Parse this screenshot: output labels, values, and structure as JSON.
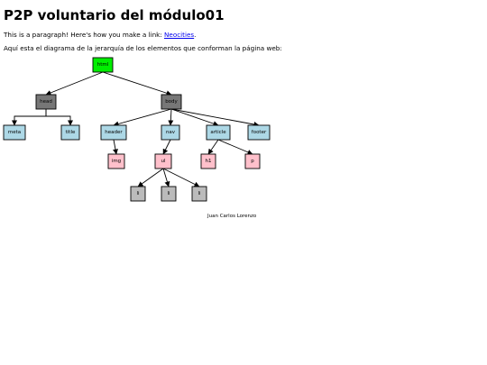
{
  "page": {
    "title": "P2P voluntario del módulo01",
    "paragraph_text": "This is a paragraph! Here's how you make a link: ",
    "link_text": "Neocities",
    "paragraph_end": ".",
    "diagram_intro": "Aquí esta el diagrama de la jerarquía de los elementos que conforman la página web:"
  },
  "colors": {
    "html_node": "#00ee00",
    "dark_node": "#777777",
    "blue_node": "#add8e6",
    "pink_node": "#ffc0cb",
    "gray_node": "#bbbbbb",
    "link": "#0000ee"
  },
  "diagram": {
    "nodes": [
      {
        "id": "html",
        "label": "html",
        "color_key": "html_node"
      },
      {
        "id": "head",
        "label": "head",
        "color_key": "dark_node"
      },
      {
        "id": "body",
        "label": "body",
        "color_key": "dark_node"
      },
      {
        "id": "meta",
        "label": "meta",
        "color_key": "blue_node"
      },
      {
        "id": "title",
        "label": "title",
        "color_key": "blue_node"
      },
      {
        "id": "header",
        "label": "header",
        "color_key": "blue_node"
      },
      {
        "id": "nav",
        "label": "nav",
        "color_key": "blue_node"
      },
      {
        "id": "article",
        "label": "article",
        "color_key": "blue_node"
      },
      {
        "id": "footer",
        "label": "footer",
        "color_key": "blue_node"
      },
      {
        "id": "img",
        "label": "img",
        "color_key": "pink_node"
      },
      {
        "id": "ul",
        "label": "ul",
        "color_key": "pink_node"
      },
      {
        "id": "h1",
        "label": "h1",
        "color_key": "pink_node"
      },
      {
        "id": "p",
        "label": "p",
        "color_key": "pink_node"
      },
      {
        "id": "li1",
        "label": "li",
        "color_key": "gray_node"
      },
      {
        "id": "li2",
        "label": "li",
        "color_key": "gray_node"
      },
      {
        "id": "li3",
        "label": "li",
        "color_key": "gray_node"
      }
    ],
    "edges": [
      {
        "from": "html",
        "to": "head"
      },
      {
        "from": "html",
        "to": "body"
      },
      {
        "from": "head",
        "to": "meta"
      },
      {
        "from": "head",
        "to": "title"
      },
      {
        "from": "body",
        "to": "header"
      },
      {
        "from": "body",
        "to": "nav"
      },
      {
        "from": "body",
        "to": "article"
      },
      {
        "from": "body",
        "to": "footer"
      },
      {
        "from": "header",
        "to": "img"
      },
      {
        "from": "nav",
        "to": "ul"
      },
      {
        "from": "article",
        "to": "h1"
      },
      {
        "from": "article",
        "to": "p"
      },
      {
        "from": "ul",
        "to": "li1"
      },
      {
        "from": "ul",
        "to": "li2"
      },
      {
        "from": "ul",
        "to": "li3"
      }
    ],
    "author": "Juan Carlos Lorenzo"
  }
}
